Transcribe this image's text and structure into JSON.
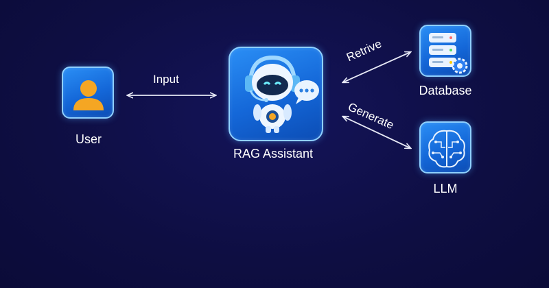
{
  "nodes": {
    "user": {
      "label": "User"
    },
    "rag": {
      "label": "RAG Assistant"
    },
    "database": {
      "label": "Database"
    },
    "llm": {
      "label": "LLM"
    }
  },
  "edges": {
    "input": {
      "label": "Input"
    },
    "retrive": {
      "label": "Retrive"
    },
    "generate": {
      "label": "Generate"
    }
  },
  "colors": {
    "background": "#0f0f45",
    "node_fill": "#1a78e8",
    "node_border": "#8fd0ff",
    "user_icon": "#f5a623",
    "arrow": "#e6e8f5"
  },
  "icons": {
    "user": "user-avatar-icon",
    "rag": "robot-assistant-icon",
    "database": "database-server-icon",
    "llm": "brain-circuit-icon"
  }
}
